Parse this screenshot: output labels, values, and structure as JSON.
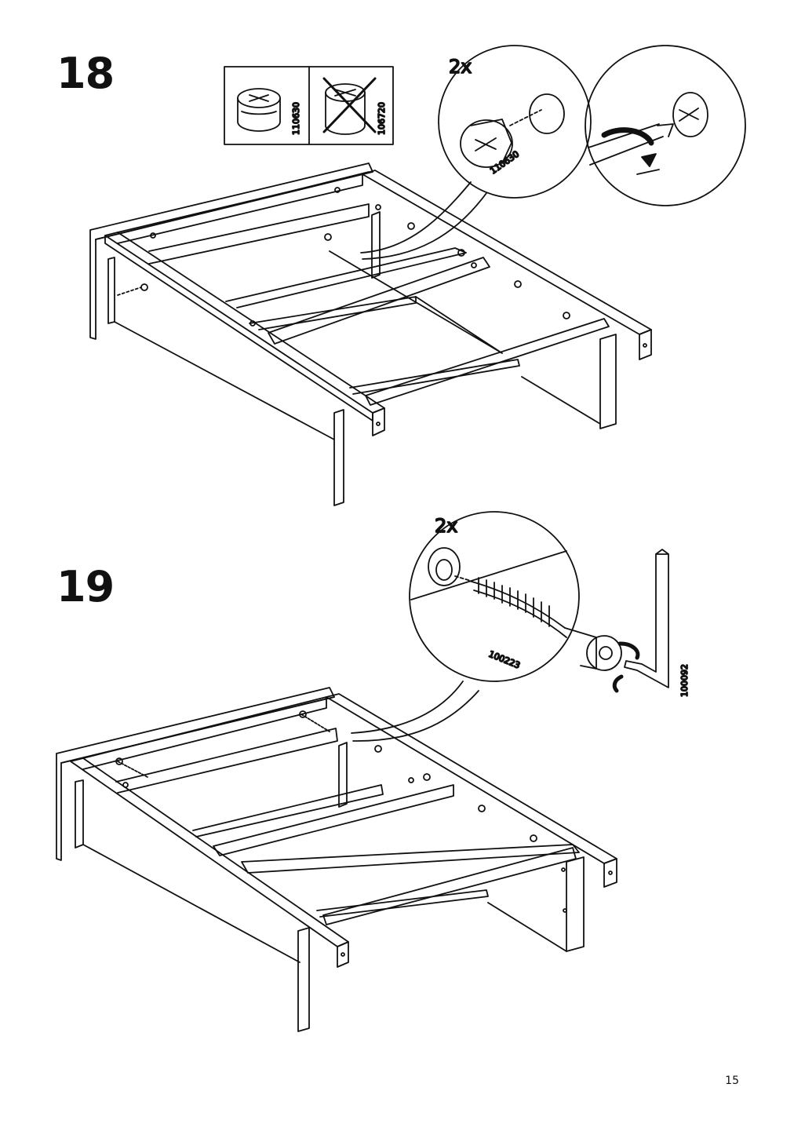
{
  "page": {
    "number": "15"
  },
  "steps": [
    {
      "number": "18",
      "part_box": {
        "ok_part": "110630",
        "wrong_part": "106720"
      },
      "detail": {
        "quantity": "2x",
        "part_code": "110630"
      }
    },
    {
      "number": "19",
      "detail": {
        "quantity": "2x",
        "bolt_code": "100223",
        "key_code": "100092"
      }
    }
  ]
}
